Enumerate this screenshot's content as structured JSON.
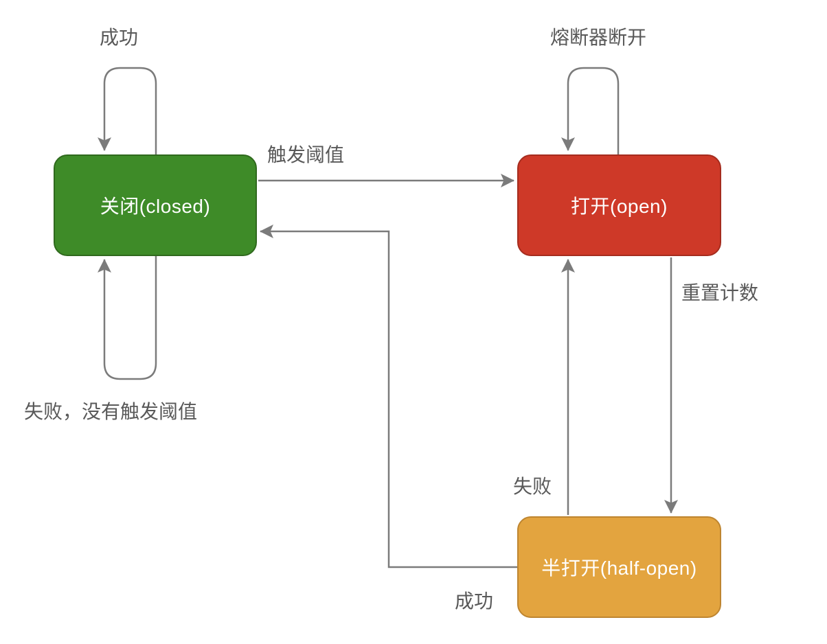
{
  "diagram": {
    "background": "#ffffff",
    "line_color": "#7b7b7b",
    "label_color": "#595959",
    "state_text_color": "#ffffff"
  },
  "states": [
    {
      "id": "closed",
      "label": "关闭(closed)",
      "fill": "#3E8B28",
      "border": "#2F691D"
    },
    {
      "id": "open",
      "label": "打开(open)",
      "fill": "#CE3928",
      "border": "#A52C1E"
    },
    {
      "id": "half-open",
      "label": "半打开(half-open)",
      "fill": "#E3A43F",
      "border": "#BE8530"
    }
  ],
  "transitions": [
    {
      "from": "closed",
      "to": "closed",
      "label": "成功"
    },
    {
      "from": "closed",
      "to": "closed",
      "label": "失败，没有触发阈值"
    },
    {
      "from": "closed",
      "to": "open",
      "label": "触发阈值"
    },
    {
      "from": "open",
      "to": "open",
      "label": "熔断器断开"
    },
    {
      "from": "open",
      "to": "half-open",
      "label": "重置计数"
    },
    {
      "from": "half-open",
      "to": "open",
      "label": "失败"
    },
    {
      "from": "half-open",
      "to": "closed",
      "label": "成功"
    }
  ]
}
